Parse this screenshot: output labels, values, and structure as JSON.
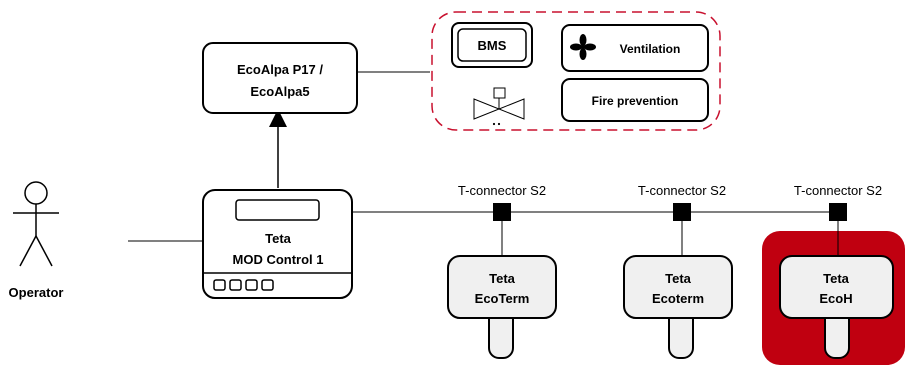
{
  "colors": {
    "accent_red": "#c00010",
    "dashed_red": "#c8102e",
    "box_fill": "#ffffff",
    "sensor_fill": "#f0f0f0",
    "stroke": "#000000"
  },
  "operator": {
    "label": "Operator",
    "icon": "person-icon"
  },
  "ecoalpa": {
    "line1": "EcoAlpa P17 /",
    "line2": "EcoAlpa5"
  },
  "external_systems": {
    "bms": "BMS",
    "ventilation": {
      "label": "Ventilation",
      "icon": "fan-icon"
    },
    "fire_prevention": "Fire prevention",
    "valve_icon": "valve-icon"
  },
  "controller": {
    "line1": "Teta",
    "line2": "MOD Control 1"
  },
  "connectors": [
    {
      "label": "T-connector S2"
    },
    {
      "label": "T-connector S2"
    },
    {
      "label": "T-connector S2"
    }
  ],
  "sensors": [
    {
      "line1": "Teta",
      "line2": "EcoTerm"
    },
    {
      "line1": "Teta",
      "line2": "Ecoterm"
    },
    {
      "line1": "Teta",
      "line2": "EcoH"
    }
  ]
}
